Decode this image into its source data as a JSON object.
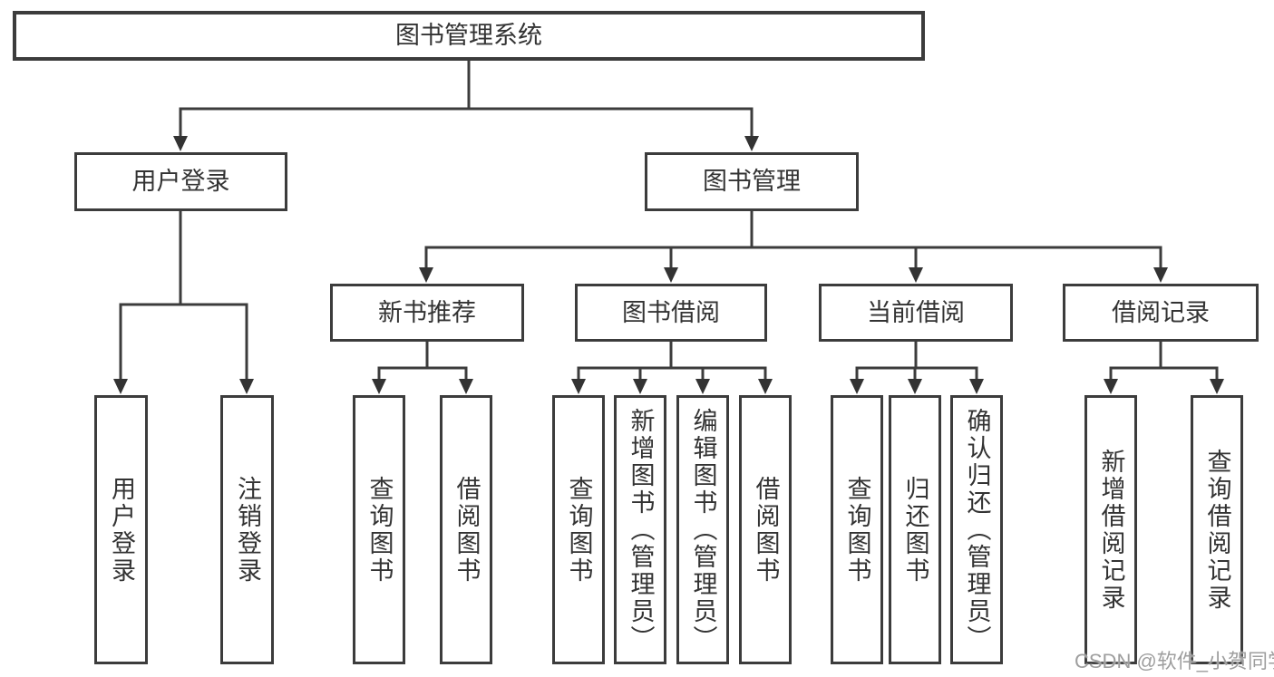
{
  "diagram": {
    "root": "图书管理系统",
    "branches": [
      {
        "label": "用户登录",
        "children": [
          "用户登录",
          "注销登录"
        ]
      },
      {
        "label": "图书管理",
        "groups": [
          {
            "label": "新书推荐",
            "children": [
              "查询图书",
              "借阅图书"
            ]
          },
          {
            "label": "图书借阅",
            "children": [
              "查询图书",
              "新增图书（管理员）",
              "编辑图书（管理员）",
              "借阅图书"
            ]
          },
          {
            "label": "当前借阅",
            "children": [
              "查询图书",
              "归还图书",
              "确认归还（管理员）"
            ]
          },
          {
            "label": "借阅记录",
            "children": [
              "新增借阅记录",
              "查询借阅记录"
            ]
          }
        ]
      }
    ]
  },
  "watermark": {
    "text": "CSDN @软件_小贺同学"
  },
  "colors": {
    "line": "#3c3c3c",
    "box_border": "#3c3c3c",
    "text": "#333333",
    "watermark": "#9e9e9e",
    "background": "#ffffff"
  }
}
